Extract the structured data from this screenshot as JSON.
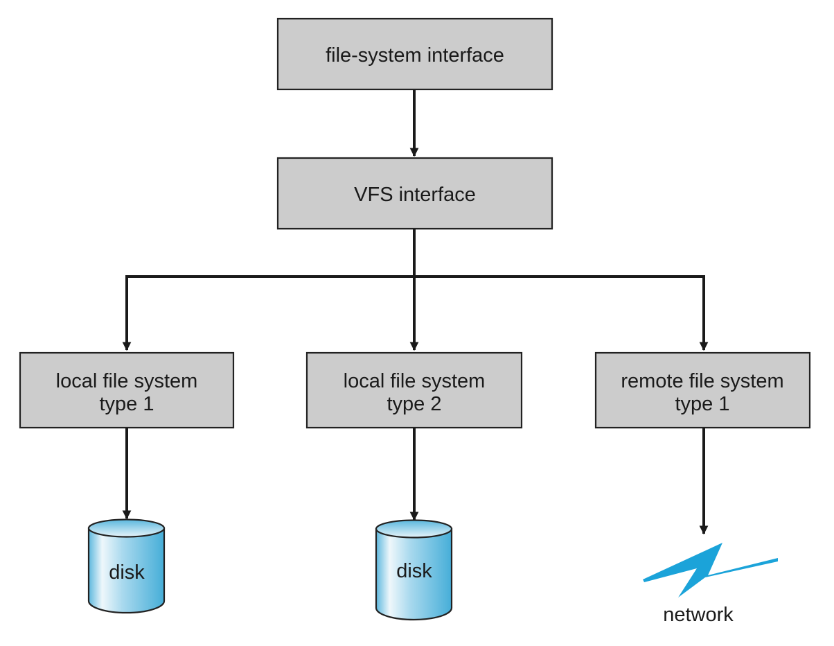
{
  "diagram": {
    "title": "",
    "colors": {
      "box_fill": "#cccccc",
      "line": "#1a1a1a",
      "disk_light": "#eef7fb",
      "disk_mid": "#8fcbe6",
      "disk_dark": "#46aed8",
      "network": "#1ba3d9"
    },
    "nodes": {
      "fs_interface": {
        "lines": [
          "file-system interface"
        ]
      },
      "vfs_interface": {
        "lines": [
          "VFS interface"
        ]
      },
      "local_fs_1": {
        "lines": [
          "local file system",
          "type 1"
        ]
      },
      "local_fs_2": {
        "lines": [
          "local file system",
          "type 2"
        ]
      },
      "remote_fs_1": {
        "lines": [
          "remote file system",
          "type 1"
        ]
      },
      "disk_1": {
        "label": "disk",
        "icon": "disk-cylinder-icon"
      },
      "disk_2": {
        "label": "disk",
        "icon": "disk-cylinder-icon"
      },
      "network": {
        "label": "network",
        "icon": "lightning-network-icon"
      }
    },
    "edges": [
      {
        "from": "fs_interface",
        "to": "vfs_interface"
      },
      {
        "from": "vfs_interface",
        "to": "local_fs_1"
      },
      {
        "from": "vfs_interface",
        "to": "local_fs_2"
      },
      {
        "from": "vfs_interface",
        "to": "remote_fs_1"
      },
      {
        "from": "local_fs_1",
        "to": "disk_1"
      },
      {
        "from": "local_fs_2",
        "to": "disk_2"
      },
      {
        "from": "remote_fs_1",
        "to": "network"
      }
    ]
  }
}
